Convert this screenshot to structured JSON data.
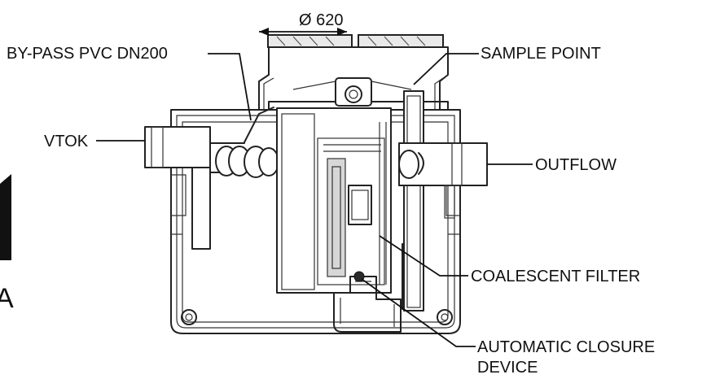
{
  "labels": {
    "diameter": "Ø 620",
    "bypass": "BY-PASS PVC DN200",
    "sample_point": "SAMPLE POINT",
    "vtok": "VTOK",
    "outflow": "OUTFLOW",
    "coalescent_filter": "COALESCENT FILTER",
    "closure_line1": "AUTOMATIC CLOSURE",
    "closure_line2": "DEVICE",
    "section_marker": "A"
  }
}
